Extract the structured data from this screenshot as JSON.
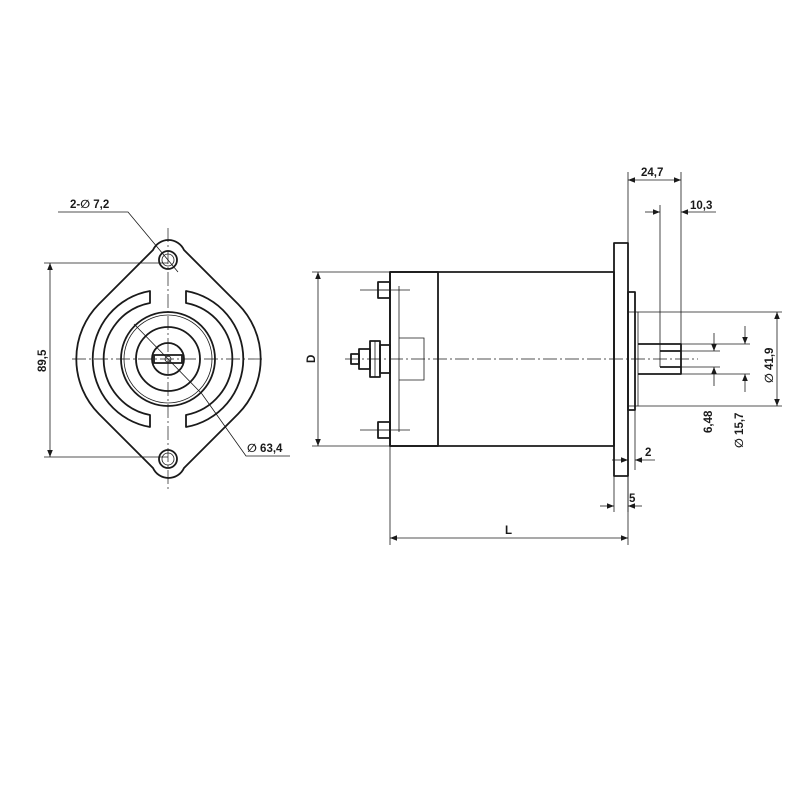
{
  "dimensions": {
    "holes": "2-∅ 7,2",
    "height": "89,5",
    "bolt_circle": "∅ 63,4",
    "diameter": "D",
    "length": "L",
    "shaft_length": "24,7",
    "key_length": "10,3",
    "flange_small": "2",
    "flange_thickness": "5",
    "flat_width": "6,48",
    "shaft_diameter": "∅ 15,7",
    "pilot_diameter": "∅ 41,9"
  }
}
